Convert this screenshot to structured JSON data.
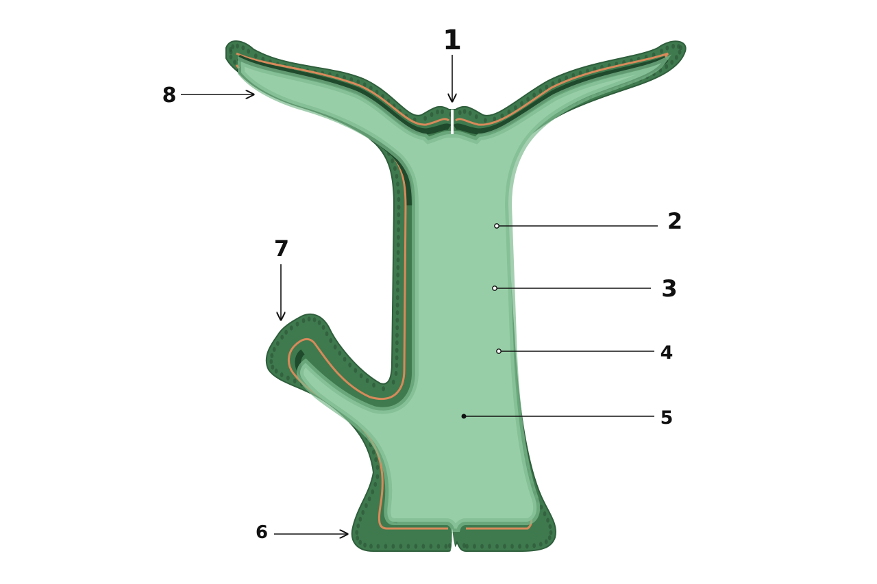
{
  "labels": [
    {
      "id": "1",
      "text": "1"
    },
    {
      "id": "2",
      "text": "2"
    },
    {
      "id": "3",
      "text": "3"
    },
    {
      "id": "4",
      "text": "4"
    },
    {
      "id": "5",
      "text": "5"
    },
    {
      "id": "6",
      "text": "6"
    },
    {
      "id": "7",
      "text": "7"
    },
    {
      "id": "8",
      "text": "8"
    }
  ],
  "colors": {
    "ectoderm": "#3f7a4e",
    "ectoderm_edge": "#2f5e3c",
    "cell_nucleus": "#2a4f33",
    "mesoglea": "#d9895a",
    "endoderm": "#1f4a2c",
    "cavity": "#98cea7",
    "cavity_shade": "#7dbb8f",
    "label": "#111111"
  },
  "icons": {
    "arrow": "arrow-icon",
    "pointer_dot": "pointer-dot-icon"
  }
}
